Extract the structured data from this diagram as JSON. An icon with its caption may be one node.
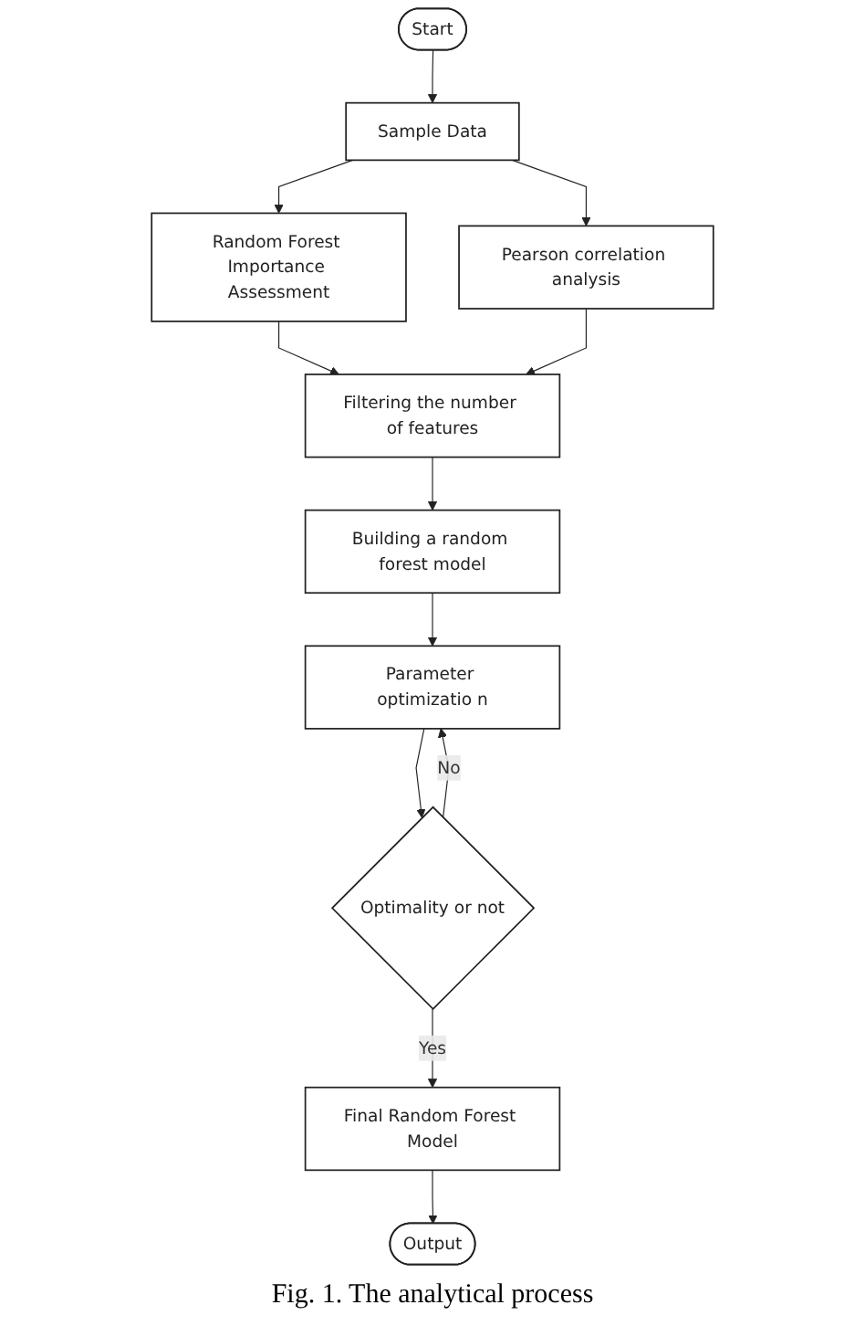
{
  "diagram": {
    "caption": "Fig. 1. The analytical process",
    "nodes": [
      {
        "text": [
          "Start"
        ]
      },
      {
        "text": [
          "Sample Data"
        ]
      },
      {
        "text": [
          "Random Forest Importance Assessment"
        ]
      },
      {
        "text": [
          "Pearson correlation analysis"
        ]
      },
      {
        "text": [
          "Filtering the number of features"
        ]
      },
      {
        "text": [
          "Building a random forest model"
        ]
      },
      {
        "text": [
          "Parameter optimizatio n"
        ]
      },
      {
        "text": [
          "Optimality or not"
        ]
      },
      {
        "text": [
          "Final Random Forest Model"
        ]
      },
      {
        "text": [
          "Output"
        ]
      }
    ],
    "edges": [
      {
        "from": 0,
        "to": 1,
        "arrow": "to"
      },
      {
        "from": 1,
        "to": 2,
        "arrow": "to"
      },
      {
        "from": 1,
        "to": 3,
        "arrow": "to"
      },
      {
        "from": 2,
        "to": 4,
        "arrow": "to"
      },
      {
        "from": 3,
        "to": 4,
        "arrow": "to"
      },
      {
        "from": 4,
        "to": 5,
        "arrow": "to"
      },
      {
        "from": 5,
        "to": 6,
        "arrow": "to"
      },
      {
        "from": 6,
        "to": 7,
        "arrow": "to"
      },
      {
        "from": 7,
        "to": 6,
        "arrow": "to",
        "label": "No"
      },
      {
        "from": 7,
        "to": 8,
        "arrow": "to",
        "label": "Yes"
      },
      {
        "from": 8,
        "to": 9,
        "arrow": "to"
      }
    ]
  }
}
